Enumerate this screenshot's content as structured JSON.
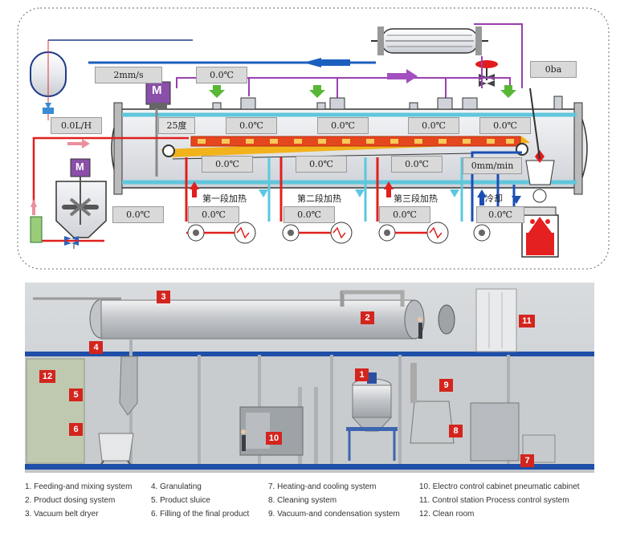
{
  "schematic": {
    "flow_rate": "2mm/s",
    "feed_rate": "0.0L/H",
    "pressure": "0ba",
    "mix_temp": "0.0℃",
    "top_temp": "0.0℃",
    "tank_temp": "25度",
    "motor_label": "M",
    "mixer_label": "M",
    "belt_temps": [
      "0.0℃",
      "0.0℃",
      "0.0℃",
      "0.0℃"
    ],
    "lower_temps": [
      "0.0℃",
      "0.0℃",
      "0.0℃"
    ],
    "belt_speed": "0mm/min",
    "zones": [
      {
        "name": "第一段加热",
        "temp": "0.0℃"
      },
      {
        "name": "第二段加热",
        "temp": "0.0℃"
      },
      {
        "name": "第三段加热",
        "temp": "0.0℃"
      },
      {
        "name": "冷却",
        "temp": "0.0℃"
      }
    ]
  },
  "scene": {
    "badges": [
      "1",
      "2",
      "3",
      "4",
      "5",
      "6",
      "7",
      "8",
      "9",
      "10",
      "11",
      "12"
    ],
    "colors": {
      "badge": "#d3251e",
      "floor": "#1f4fa8",
      "wall": "#bfc9b0"
    }
  },
  "legend": [
    [
      "1. Feeding-and mixing system",
      "2. Product  dosing system",
      "3. Vacuum belt dryer"
    ],
    [
      "4. Granulating",
      "5. Product sluice",
      "6. Filling of the final product"
    ],
    [
      "7. Heating-and cooling system",
      "8. Cleaning system",
      "9. Vacuum-and condensation system"
    ],
    [
      "10. Electro control cabinet pneumatic cabinet",
      "11. Control station  Process control system",
      "12. Clean room"
    ]
  ]
}
